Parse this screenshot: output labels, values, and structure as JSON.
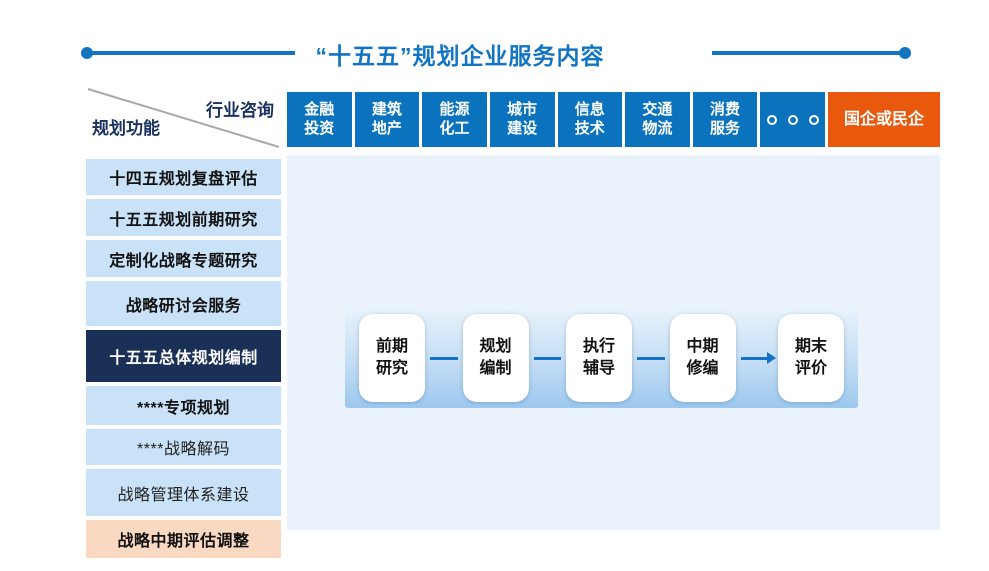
{
  "title": {
    "text": "“十五五”规划企业服务内容"
  },
  "matrix": {
    "col_axis_label": "行业咨询",
    "row_axis_label": "规划功能",
    "industries": [
      "金融\n投资",
      "建筑\n地产",
      "能源\n化工",
      "城市\n建设",
      "信息\n技术",
      "交通\n物流",
      "消费\n服务"
    ],
    "ellipsis_label": "···",
    "org_type": "国企或民企"
  },
  "functions": [
    {
      "label": "十四五规划复盘评估",
      "variant": "blue-bold"
    },
    {
      "label": "十五五规划前期研究",
      "variant": "blue-bold"
    },
    {
      "label": "定制化战略专题研究",
      "variant": "blue-bold"
    },
    {
      "label": "战略研讨会服务",
      "variant": "blue-bold"
    },
    {
      "label": "十五五总体规划编制",
      "variant": "navy-active"
    },
    {
      "label": "****专项规划",
      "variant": "blue-bold"
    },
    {
      "label": "****战略解码",
      "variant": "blue-regular"
    },
    {
      "label": "战略管理体系建设",
      "variant": "blue-regular"
    },
    {
      "label": "战略中期评估调整",
      "variant": "peach-bold"
    }
  ],
  "flow": {
    "steps": [
      "前期\n研究",
      "规划\n编制",
      "执行\n辅导",
      "中期\n修编",
      "期末\n评价"
    ]
  },
  "colors": {
    "title_blue": "#1274C2",
    "header_blue": "#0B73BD",
    "header_orange": "#E8580D",
    "navy_row": "#1B3057",
    "light_blue_row": "#C9E2F7",
    "peach_row": "#FAD9C2",
    "main_bg": "#EAF2FB",
    "connector_blue": "#1372C4",
    "diagonal_gray": "#A9A9A9"
  }
}
